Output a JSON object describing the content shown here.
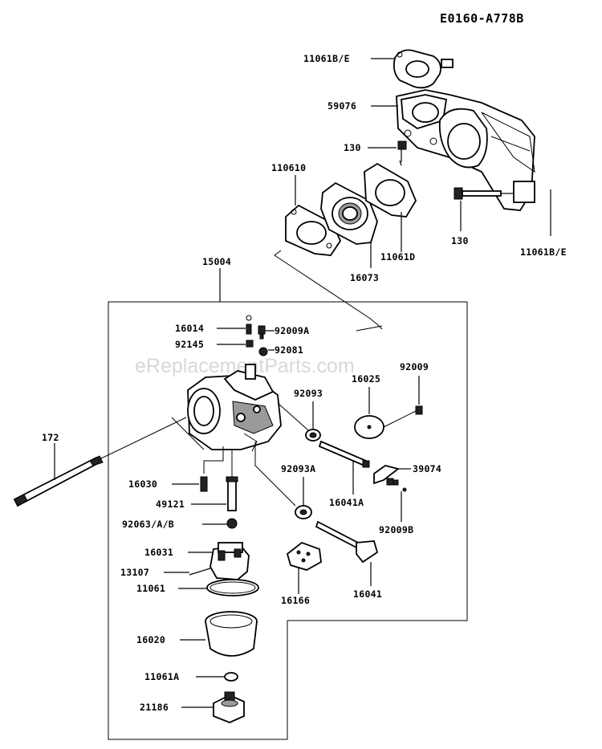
{
  "diagram_code": "E0160-A778B",
  "watermark": "eReplacementParts.com",
  "labels": {
    "p11061b_e_top": "11061B/E",
    "p59076": "59076",
    "p130_top": "130",
    "p110610": "110610",
    "p130_bottom": "130",
    "p11061b_e_right": "11061B/E",
    "p11061d": "11061D",
    "p16073": "16073",
    "p15004": "15004",
    "p16014": "16014",
    "p92009a": "92009A",
    "p92145": "92145",
    "p92081": "92081",
    "p16025": "16025",
    "p92009": "92009",
    "p92093": "92093",
    "p172": "172",
    "p92093a": "92093A",
    "p39074": "39074",
    "p16030": "16030",
    "p16041a": "16041A",
    "p49121": "49121",
    "p92009b": "92009B",
    "p92063_a_b": "92063/A/B",
    "p16031": "16031",
    "p13107": "13107",
    "p11061": "11061",
    "p16166": "16166",
    "p16041": "16041",
    "p16020": "16020",
    "p11061a": "11061A",
    "p21186": "21186"
  }
}
